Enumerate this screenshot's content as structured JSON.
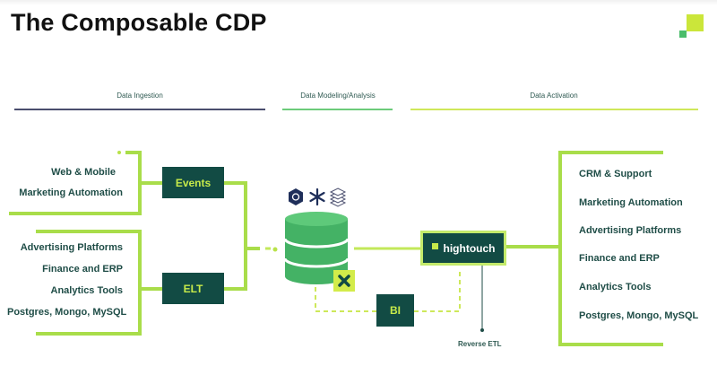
{
  "title": "The Composable CDP",
  "phases": [
    {
      "label": "Data Ingestion",
      "color": "#4a4e6e"
    },
    {
      "label": "Data Modeling/Analysis",
      "color": "#6ccb7a"
    },
    {
      "label": "Data Activation",
      "color": "#cfe85a"
    }
  ],
  "ingestion": {
    "group1": [
      "Web & Mobile",
      "Marketing Automation"
    ],
    "group2": [
      "Advertising Platforms",
      "Finance and ERP",
      "Analytics Tools",
      "Postgres, Mongo, MySQL"
    ],
    "events_label": "Events",
    "elt_label": "ELT"
  },
  "modeling": {
    "warehouse_icons": [
      "bigquery-icon",
      "snowflake-icon",
      "databricks-icon"
    ],
    "transform_icon": "dbt-icon",
    "bi_label": "BI"
  },
  "activation": {
    "hightouch_label": "hightouch",
    "reverse_etl_label": "Reverse ETL",
    "destinations": [
      "CRM & Support",
      "Marketing Automation",
      "Advertising Platforms",
      "Finance and ERP",
      "Analytics Tools",
      "Postgres, Mongo, MySQL"
    ]
  },
  "colors": {
    "dark_green": "#124b44",
    "lime": "#c7ea4a",
    "green": "#4bbd6b",
    "text": "#1f4d47"
  }
}
